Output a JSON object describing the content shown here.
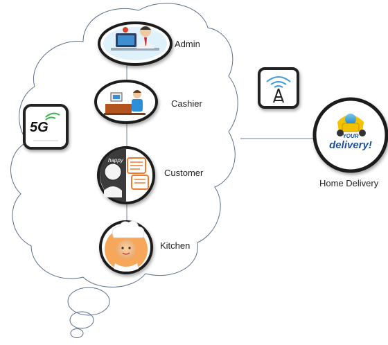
{
  "nodes": {
    "admin": {
      "label": "Admin"
    },
    "cashier": {
      "label": "Cashier"
    },
    "customer": {
      "label": "Customer",
      "bubble_text": "happy"
    },
    "kitchen": {
      "label": "Kitchen"
    },
    "home_delivery": {
      "label": "Home Delivery",
      "logo_text": [
        "YOUR",
        "delivery!"
      ]
    }
  },
  "icons": {
    "network": {
      "label": "5G"
    },
    "tower": {
      "name": "cell-tower-icon"
    }
  },
  "colors": {
    "cloud_stroke": "#5a6e8c",
    "node_ring": "#1f1f1f",
    "connector": "#8a96a8",
    "fiveg_green": "#37b34a",
    "delivery_yellow": "#f2c200"
  }
}
